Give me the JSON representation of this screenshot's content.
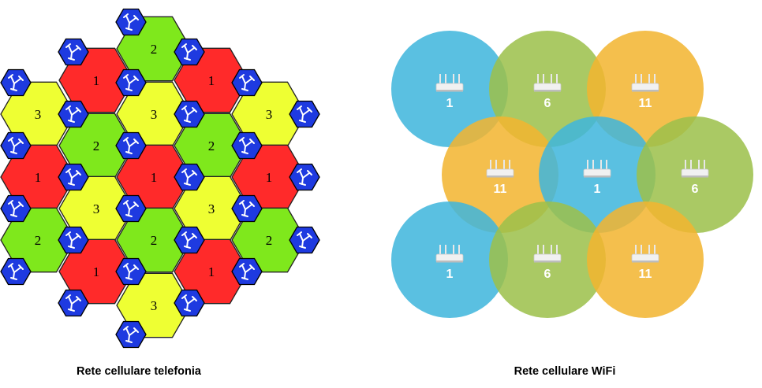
{
  "telephony": {
    "caption": "Rete cellulare telefonia",
    "colors": {
      "1": "#ff2a2a",
      "2": "#7fe81c",
      "3": "#eeff33",
      "antenna": "#1e3ae0"
    },
    "cells": [
      {
        "channel": "2"
      },
      {
        "channel": "1"
      },
      {
        "channel": "1"
      },
      {
        "channel": "3"
      },
      {
        "channel": "3"
      },
      {
        "channel": "3"
      },
      {
        "channel": "2"
      },
      {
        "channel": "2"
      },
      {
        "channel": "1"
      },
      {
        "channel": "1"
      },
      {
        "channel": "1"
      },
      {
        "channel": "3"
      },
      {
        "channel": "3"
      },
      {
        "channel": "2"
      },
      {
        "channel": "2"
      },
      {
        "channel": "2"
      },
      {
        "channel": "1"
      },
      {
        "channel": "1"
      },
      {
        "channel": "3"
      }
    ],
    "antenna_icon": "cell-tower-antenna-icon"
  },
  "wifi": {
    "caption": "Rete cellulare WiFi",
    "colors": {
      "1": "#3fb6dc",
      "6": "#9cc04a",
      "11": "#f2b530"
    },
    "access_points": [
      {
        "channel": "1"
      },
      {
        "channel": "6"
      },
      {
        "channel": "11"
      },
      {
        "channel": "11"
      },
      {
        "channel": "1"
      },
      {
        "channel": "6"
      },
      {
        "channel": "1"
      },
      {
        "channel": "6"
      },
      {
        "channel": "11"
      }
    ],
    "router_icon": "wifi-router-icon"
  }
}
